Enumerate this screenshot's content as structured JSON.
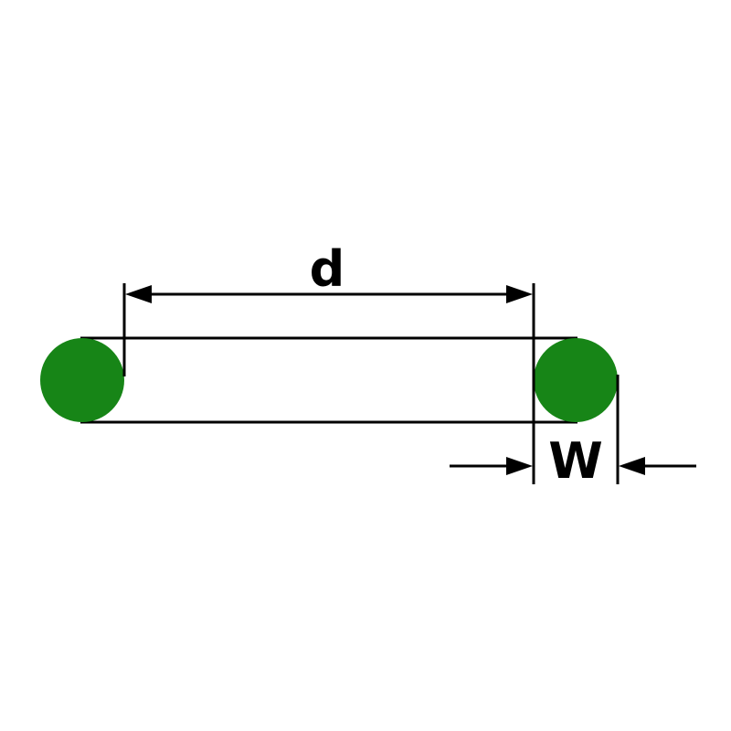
{
  "diagram": {
    "title": "o-ring-dimension-diagram",
    "labels": {
      "inner_diameter": "d",
      "cross_section_width": "W"
    },
    "colors": {
      "ring_fill": "#178517",
      "line": "#000000",
      "background": "#ffffff"
    }
  }
}
